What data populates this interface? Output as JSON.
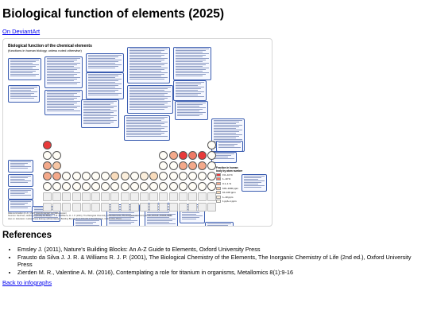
{
  "page": {
    "title": "Biological function of elements (2025)",
    "deviantart_link": "On DeviantArt",
    "back_link": "Back to infographs"
  },
  "infographic": {
    "title": "Biological function of the chemical elements",
    "subtitle": "(functions in human biology, unless noted otherwise)",
    "legend": {
      "title_line1": "Fraction in human",
      "title_line2": "body by atom number",
      "items": [
        {
          "label": "1%–10 %",
          "color": "#e83a3a"
        },
        {
          "label": "1–10 %",
          "color": "#ee7a66"
        },
        {
          "label": "0.1–1 %",
          "color": "#f4a98a"
        },
        {
          "label": "100–1000 ppm",
          "color": "#f7c6a4"
        },
        {
          "label": "10–100 ppm",
          "color": "#f9dcbc"
        },
        {
          "label": "1–10 ppm",
          "color": "#fcefdc"
        },
        {
          "label": "1 ppb–1 ppm",
          "color": "#fffbef"
        }
      ]
    },
    "credits": [
      "Data summation (A. A.), 2025 (www.deviantart.com/alexplunder)",
      "Sources: Kaufman, Healing A (bonds) for Silva, J. J. R. & Williams, R. J. P. (2001), The Biological Chemistry of the Elements, The Inorganic Chemistry of Life, 2nd ed., Oxford, SMP",
      "Also on: Education: Lattice Press Entropy (2011) Nature's Building Blocks: An A-Z Guide to the Elements, Oxford Univ. Press"
    ]
  },
  "references_heading": "References",
  "references": [
    "Emsley J. (2011), Nature’s Building Blocks: An A-Z Guide to Elements, Oxford University Press",
    "Frausto da Silva J. J. R. & Williams R. J. P. (2001), The Biological Chemistry of the Elements, The Inorganic Chemistry of Life (2nd ed.), Oxford University Press",
    "Zierden M. R., Valentine A. M. (2016), Contemplating a role for titanium in organisms, Metallomics 8(1):9-16"
  ]
}
